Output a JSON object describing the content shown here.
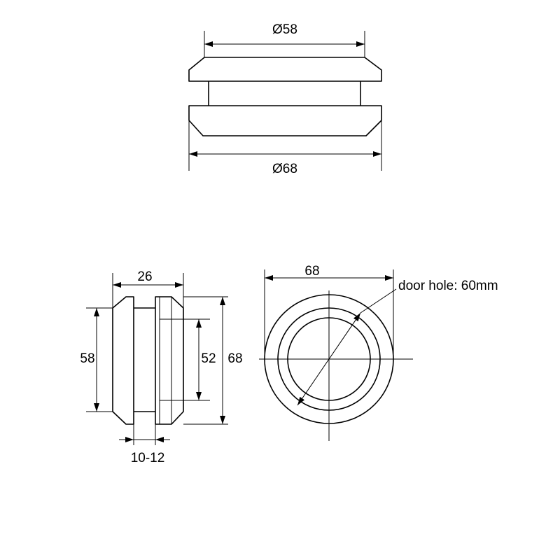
{
  "top_view": {
    "dim_top": "Ø58",
    "dim_bottom": "Ø68"
  },
  "side_view": {
    "dim_width": "26",
    "dim_left": "58",
    "dim_inner": "52",
    "dim_outer": "68",
    "dim_thickness": "10-12"
  },
  "front_view": {
    "dim_diameter": "68",
    "door_hole_label": "door hole: 60mm"
  }
}
